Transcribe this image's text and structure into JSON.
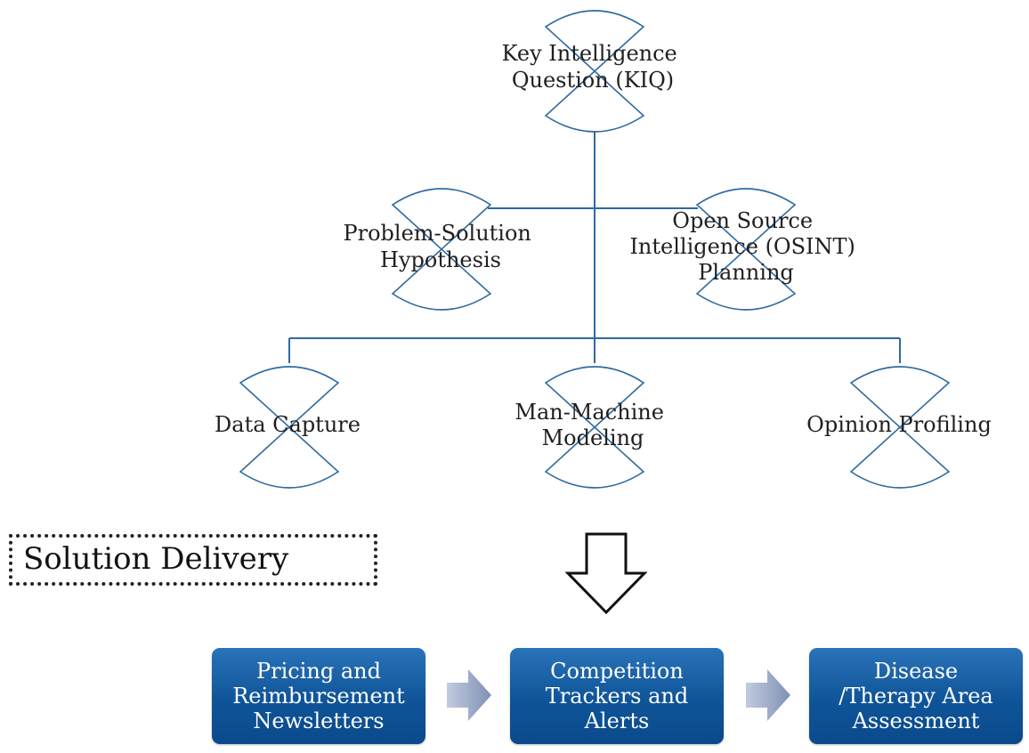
{
  "diagram": {
    "nodes": [
      {
        "id": "kiq",
        "lines": [
          "Key Intelligence",
          "Question (KIQ)"
        ]
      },
      {
        "id": "psh",
        "lines": [
          "Problem-Solution",
          "Hypothesis"
        ]
      },
      {
        "id": "osint",
        "lines": [
          "Open Source",
          "Intelligence (OSINT)",
          "Planning"
        ]
      },
      {
        "id": "data-capture",
        "lines": [
          "Data Capture"
        ]
      },
      {
        "id": "man-machine",
        "lines": [
          "Man-Machine",
          "Modeling"
        ]
      },
      {
        "id": "opinion",
        "lines": [
          "Opinion Profiling"
        ]
      }
    ],
    "edges": [
      [
        "kiq",
        "psh"
      ],
      [
        "kiq",
        "osint"
      ],
      [
        "kiq",
        "data-capture"
      ],
      [
        "kiq",
        "man-machine"
      ],
      [
        "kiq",
        "opinion"
      ]
    ],
    "colors": {
      "node_stroke": "#2e6aa0",
      "connector": "#2e6aa0",
      "box_fill": "#0f5499",
      "box_text": "#ffffff",
      "flow_arrow": "#8f9fbd"
    }
  },
  "solution_delivery": {
    "label": "Solution Delivery"
  },
  "deliverables": [
    {
      "text": "Pricing and\nReimbursement\nNewsletters"
    },
    {
      "text": "Competition\nTrackers and\nAlerts"
    },
    {
      "text": "Disease\n/Therapy Area\nAssessment"
    }
  ]
}
